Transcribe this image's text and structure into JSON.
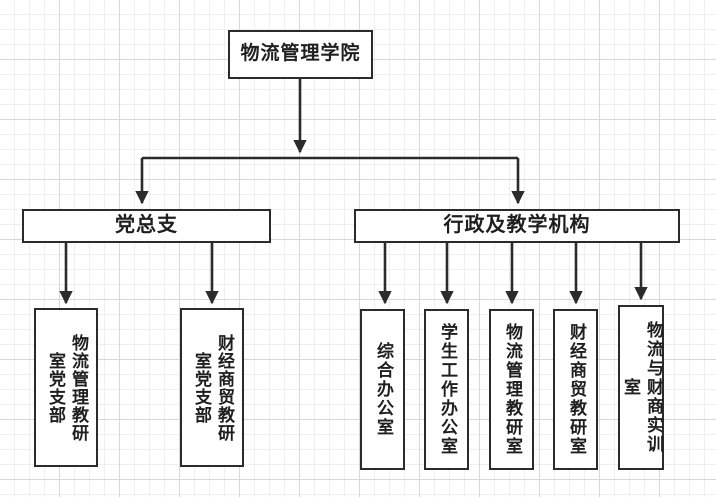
{
  "diagram": {
    "type": "organization-chart",
    "title_node": "物流管理学院",
    "background": "grid",
    "colors": {
      "stroke": "#2b2b2b",
      "fill": "#ffffff",
      "text": "#1f1f1f",
      "grid_minor": "#efefef",
      "grid_major": "#d8d8d8"
    },
    "nodes": {
      "root": {
        "label": "物流管理学院"
      },
      "level2": [
        {
          "id": "party-branch",
          "label": "党总支"
        },
        {
          "id": "admin-teaching",
          "label": "行政及教学机构"
        }
      ],
      "party_children": [
        {
          "id": "logistics-teaching-party",
          "label": "物流管理教研室党支部"
        },
        {
          "id": "finance-trade-teaching-party",
          "label": "财经商贸教研室党支部"
        }
      ],
      "admin_children": [
        {
          "id": "general-office",
          "label": "综合办公室"
        },
        {
          "id": "student-affairs-office",
          "label": "学生工作办公室"
        },
        {
          "id": "logistics-teaching-room",
          "label": "物流管理教研室"
        },
        {
          "id": "finance-trade-teaching-room",
          "label": "财经商贸教研室"
        },
        {
          "id": "logistics-finance-training-room",
          "label": "物流与财商实训室"
        }
      ]
    }
  }
}
